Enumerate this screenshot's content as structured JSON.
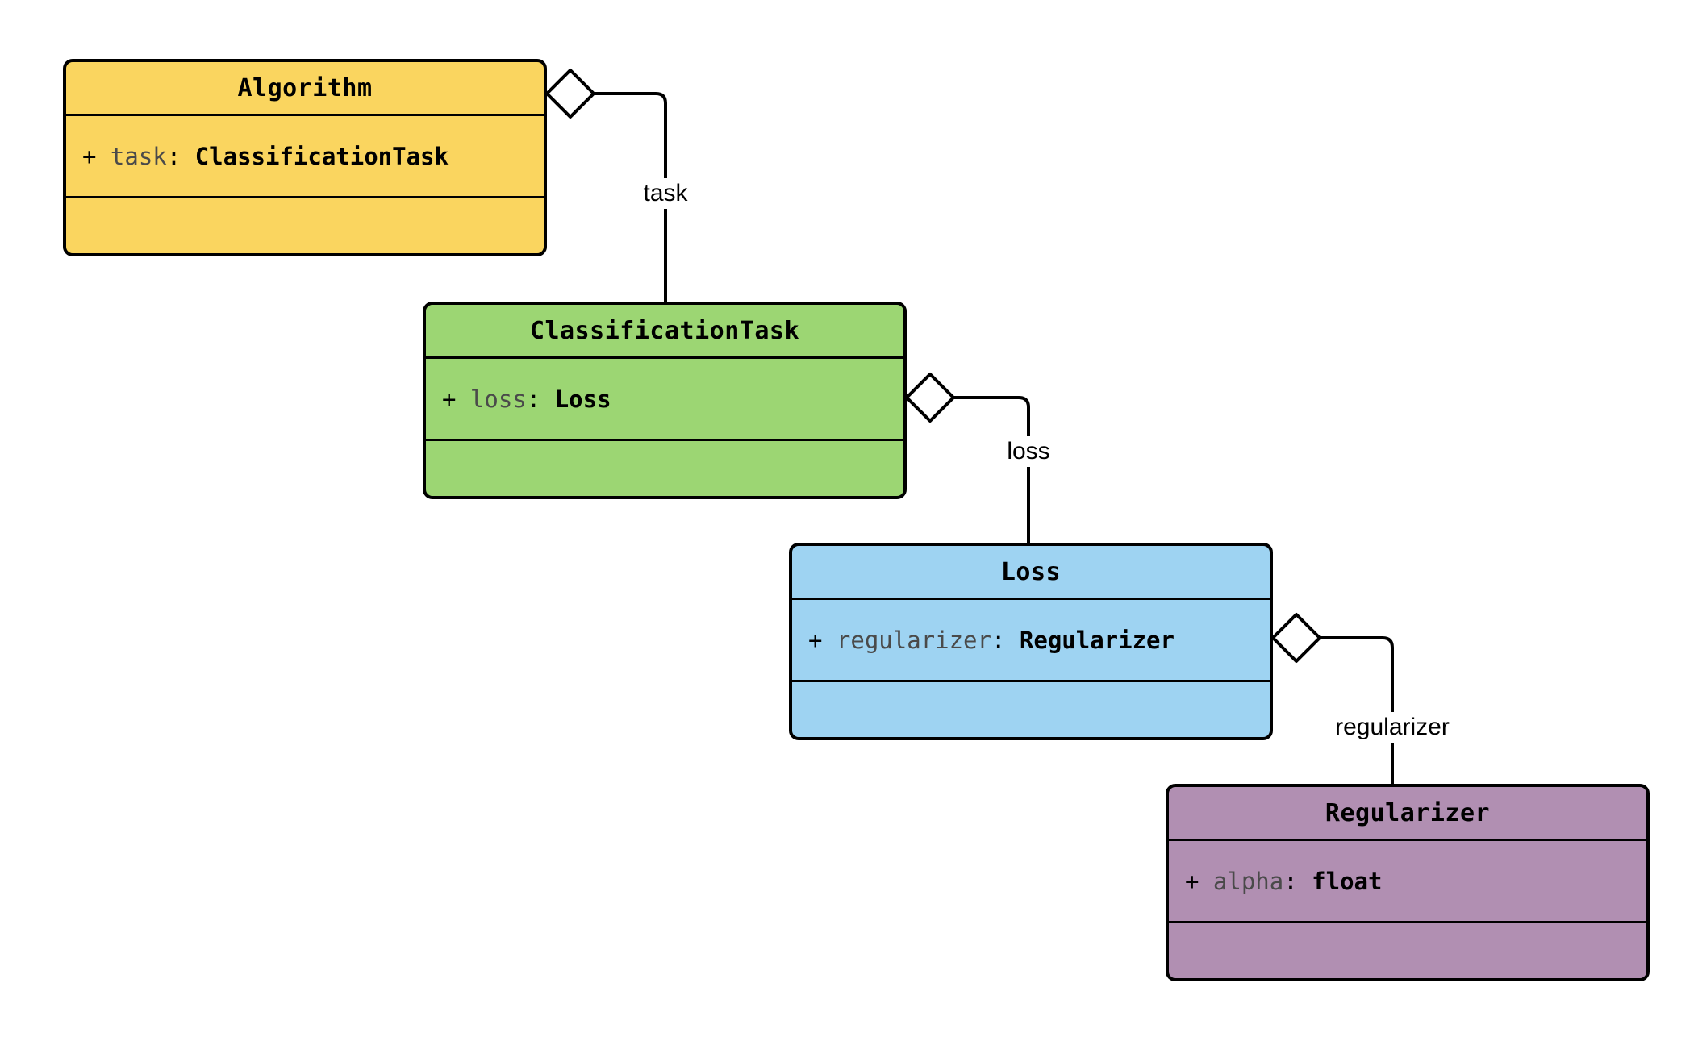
{
  "diagram": {
    "type": "uml-class-diagram",
    "background": "#ffffff",
    "classes": [
      {
        "name": "Algorithm",
        "fill": "#FAD55F",
        "attribute": {
          "visibility": "+ ",
          "name": "task",
          "separator": ": ",
          "type": "ClassificationTask"
        }
      },
      {
        "name": "ClassificationTask",
        "fill": "#9CD673",
        "attribute": {
          "visibility": "+ ",
          "name": "loss",
          "separator": ": ",
          "type": "Loss"
        }
      },
      {
        "name": "Loss",
        "fill": "#9ED3F2",
        "attribute": {
          "visibility": "+ ",
          "name": "regularizer",
          "separator": ": ",
          "type": "Regularizer"
        }
      },
      {
        "name": "Regularizer",
        "fill": "#B18FB2",
        "attribute": {
          "visibility": "+ ",
          "name": "alpha",
          "separator": ": ",
          "type": "float"
        }
      }
    ],
    "relations": [
      {
        "from": "Algorithm",
        "to": "ClassificationTask",
        "label": "task",
        "kind": "aggregation"
      },
      {
        "from": "ClassificationTask",
        "to": "Loss",
        "label": "loss",
        "kind": "aggregation"
      },
      {
        "from": "Loss",
        "to": "Regularizer",
        "label": "regularizer",
        "kind": "aggregation"
      }
    ],
    "colors": {
      "border": "#000000",
      "edge": "#000000",
      "diamond_fill": "#FFFFFF",
      "attribute_name_text": "#4A4A4A",
      "text": "#000000"
    }
  }
}
